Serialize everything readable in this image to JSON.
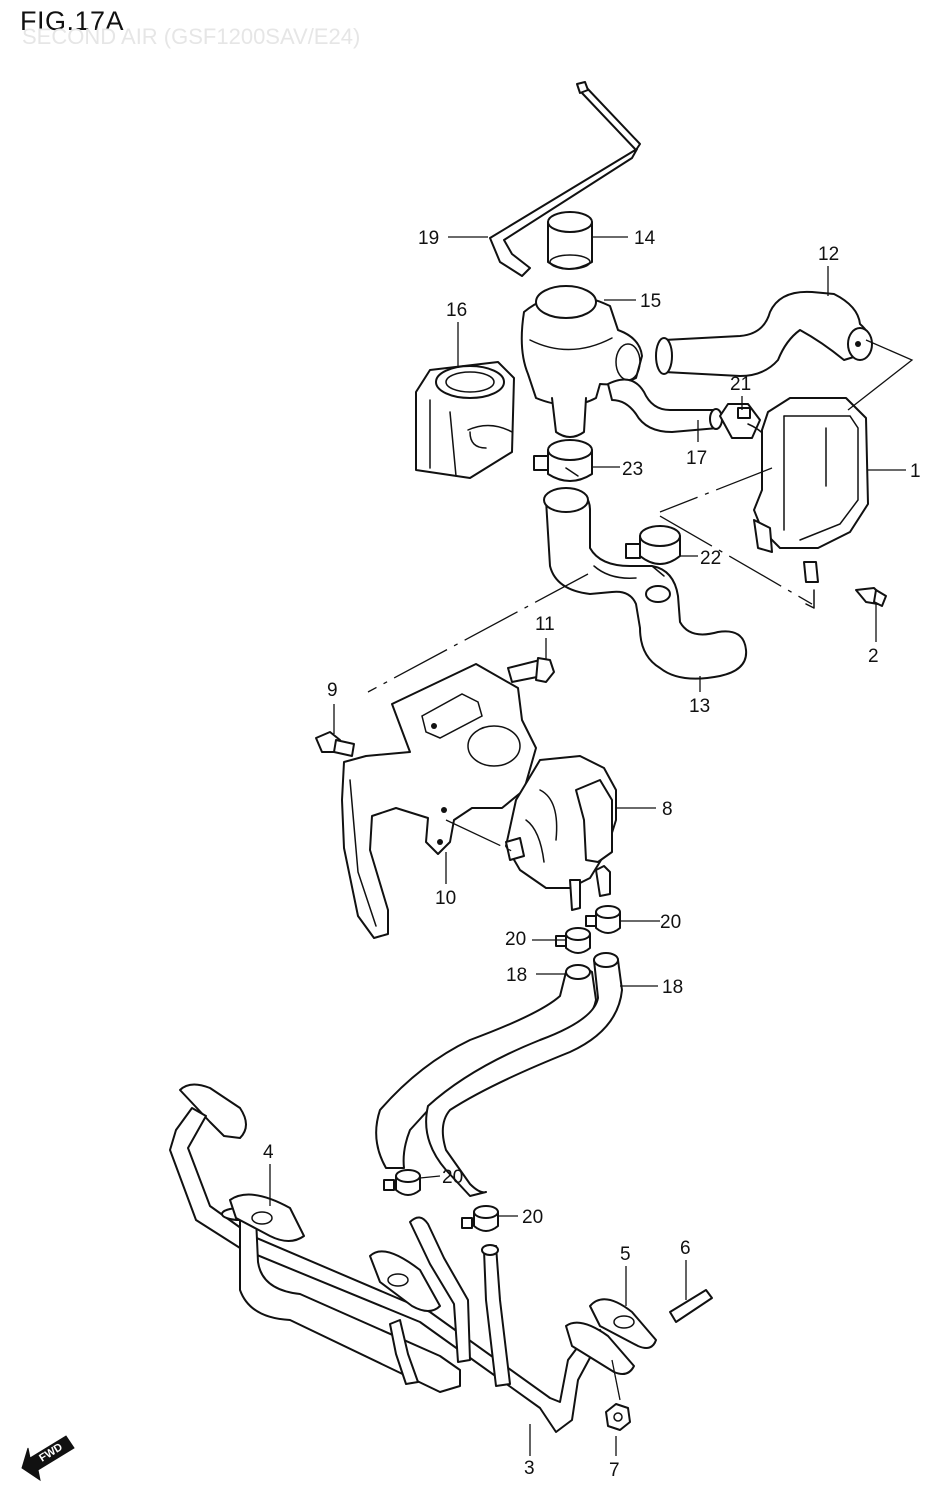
{
  "figure": {
    "title": "FIG.17A",
    "subtitle": "SECOND AIR (GSF1200SAV/E24)"
  },
  "direction_badge": {
    "label": "FWD"
  },
  "callouts": [
    {
      "id": "c1",
      "label": "1"
    },
    {
      "id": "c2",
      "label": "2"
    },
    {
      "id": "c3",
      "label": "3"
    },
    {
      "id": "c4",
      "label": "4"
    },
    {
      "id": "c5",
      "label": "5"
    },
    {
      "id": "c6",
      "label": "6"
    },
    {
      "id": "c7",
      "label": "7"
    },
    {
      "id": "c8",
      "label": "8"
    },
    {
      "id": "c9",
      "label": "9"
    },
    {
      "id": "c10",
      "label": "10"
    },
    {
      "id": "c11",
      "label": "11"
    },
    {
      "id": "c12",
      "label": "12"
    },
    {
      "id": "c13",
      "label": "13"
    },
    {
      "id": "c14",
      "label": "14"
    },
    {
      "id": "c15",
      "label": "15"
    },
    {
      "id": "c16",
      "label": "16"
    },
    {
      "id": "c17",
      "label": "17"
    },
    {
      "id": "c18a",
      "label": "18"
    },
    {
      "id": "c18b",
      "label": "18"
    },
    {
      "id": "c19",
      "label": "19"
    },
    {
      "id": "c20a",
      "label": "20"
    },
    {
      "id": "c20b",
      "label": "20"
    },
    {
      "id": "c20c",
      "label": "20"
    },
    {
      "id": "c20d",
      "label": "20"
    },
    {
      "id": "c21",
      "label": "21"
    },
    {
      "id": "c22",
      "label": "22"
    },
    {
      "id": "c23",
      "label": "23"
    }
  ]
}
